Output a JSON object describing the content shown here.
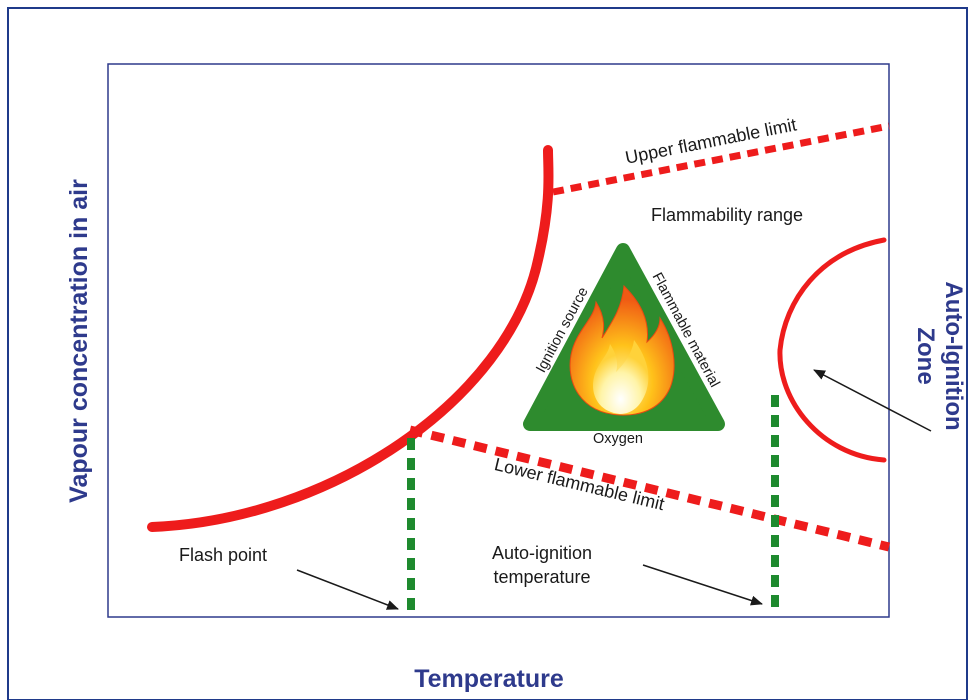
{
  "axes": {
    "x_label": "Temperature",
    "y_label": "Vapour concentration in air"
  },
  "regions": {
    "auto_ignition_zone": [
      "Auto-Ignition",
      "Zone"
    ],
    "flammability_range": "Flammability range"
  },
  "limits": {
    "upper": "Upper flammable limit",
    "lower": "Lower flammable limit"
  },
  "points": {
    "flash_point": "Flash point",
    "auto_ignition_temperature": [
      "Auto-ignition",
      "temperature"
    ]
  },
  "fire_triangle": {
    "left_side": "Ignition source",
    "right_side": "Flammable material",
    "bottom": "Oxygen"
  },
  "colors": {
    "frame": "#1f3a8a",
    "axis_text": "#2e3a8c",
    "curve": "#ee1c1c",
    "vertical_marker": "#1e8a2e",
    "triangle": "#2e8b2e",
    "label_text": "#1a1a1a"
  }
}
